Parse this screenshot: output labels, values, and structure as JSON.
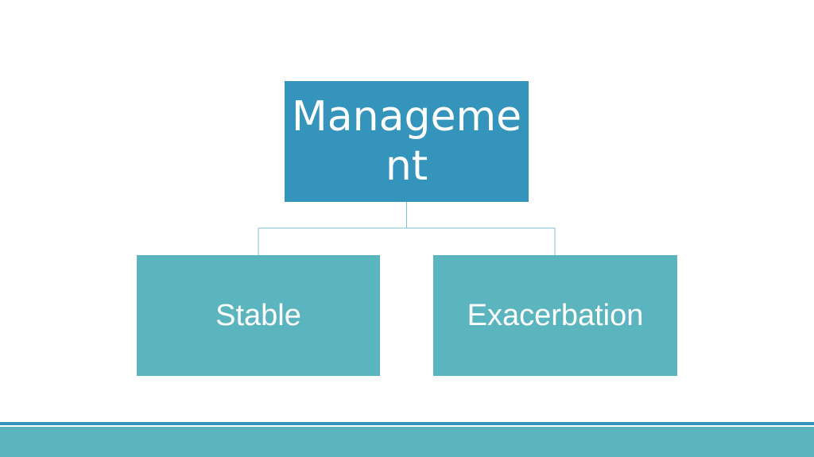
{
  "diagram": {
    "root": {
      "label": "Management"
    },
    "children": [
      {
        "label": "Stable"
      },
      {
        "label": "Exacerbation"
      }
    ]
  },
  "colors": {
    "root_fill": "#3594bb",
    "child_fill": "#5bb5bf",
    "connector": "#7fbfcf",
    "footer_line": "#3594bb",
    "footer_band": "#5bb5bf"
  }
}
